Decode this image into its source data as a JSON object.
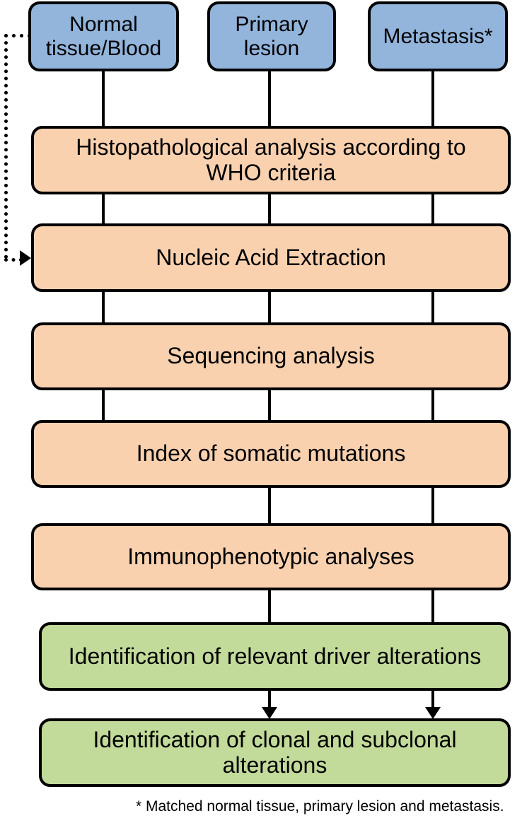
{
  "diagram": {
    "title": "Molecular diagnostic workflow flowchart",
    "colors": {
      "source_fill": "#93b5dc",
      "process_fill": "#f9d1af",
      "result_fill": "#c2da9a",
      "stroke": "#000000",
      "background": "#ffffff"
    },
    "sources": [
      {
        "id": "normal-tissue-blood",
        "label": "Normal\ntissue/Blood"
      },
      {
        "id": "primary-lesion",
        "label": "Primary\nlesion"
      },
      {
        "id": "metastasis",
        "label": "Metastasis*"
      }
    ],
    "process_steps": [
      {
        "id": "histopathological-analysis",
        "label": "Histopathological analysis according to\nWHO criteria"
      },
      {
        "id": "nucleic-acid-extraction",
        "label": "Nucleic Acid Extraction"
      },
      {
        "id": "sequencing-analysis",
        "label": "Sequencing analysis"
      },
      {
        "id": "index-somatic-mutations",
        "label": "Index of somatic mutations"
      },
      {
        "id": "immunophenotypic-analyses",
        "label": "Immunophenotypic analyses"
      }
    ],
    "result_steps": [
      {
        "id": "driver-alterations",
        "label": "Identification of relevant driver alterations"
      },
      {
        "id": "clonal-subclonal-alterations",
        "label": "Identification of clonal and subclonal\nalterations"
      }
    ],
    "footnote": "* Matched normal tissue, primary lesion and metastasis."
  }
}
